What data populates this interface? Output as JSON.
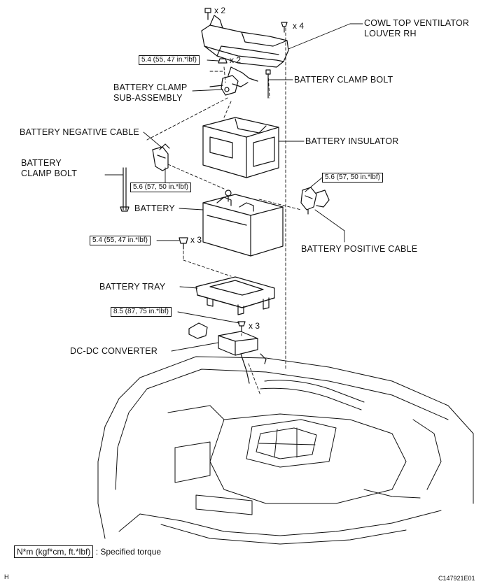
{
  "labels": {
    "cowl_top": [
      "COWL TOP VENTILATOR",
      "LOUVER RH"
    ],
    "clamp_bolt_upper": "BATTERY CLAMP BOLT",
    "clamp_sub": [
      "BATTERY CLAMP",
      "SUB-ASSEMBLY"
    ],
    "negative_cable": "BATTERY NEGATIVE CABLE",
    "insulator": "BATTERY INSULATOR",
    "clamp_bolt_left": [
      "BATTERY",
      "CLAMP BOLT"
    ],
    "battery": "BATTERY",
    "positive_cable": "BATTERY POSITIVE CABLE",
    "tray": "BATTERY TRAY",
    "dcdc": "DC-DC CONVERTER"
  },
  "torques": {
    "clamp": "5.4 (55, 47 in.*lbf)",
    "negative": "5.6 (57, 50 in.*lbf)",
    "positive": "5.6 (57, 50 in.*lbf)",
    "tray": "5.4 (55, 47 in.*lbf)",
    "converter": "8.5 (87, 75 in.*lbf)"
  },
  "quantities": {
    "top_bolt": "x 2",
    "clip": "x 4",
    "clamp_nut": "x 2",
    "tray_bolt": "x 3",
    "converter_bolt": "x 3"
  },
  "legend": {
    "unit": "N*m (kgf*cm, ft.*lbf)",
    "text": ": Specified torque"
  },
  "corner": {
    "left": "H",
    "right": "C147921E01"
  }
}
